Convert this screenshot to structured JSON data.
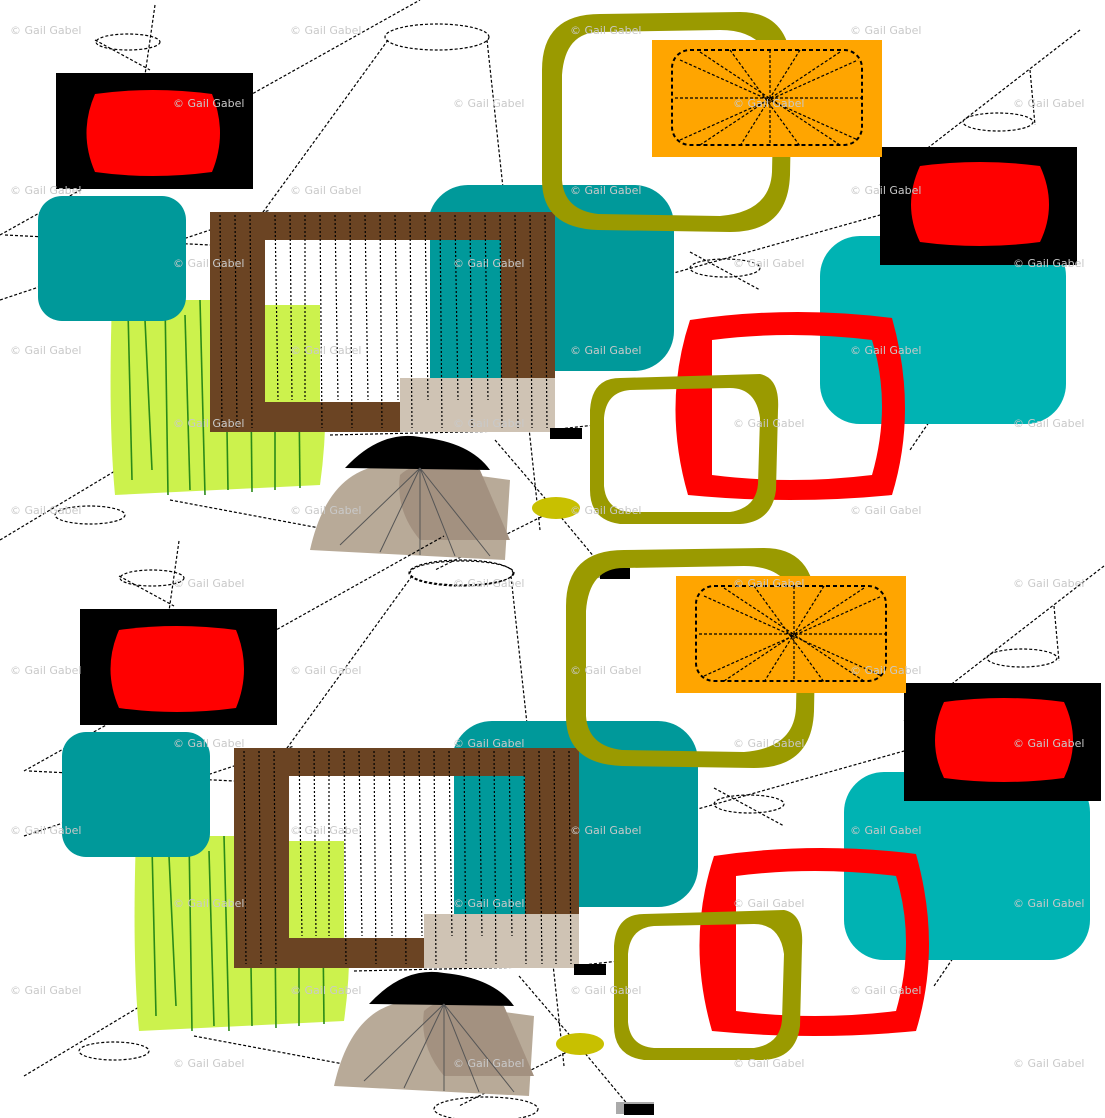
{
  "watermark": {
    "text": "© Gail Gabel",
    "color": "#c9c9c9"
  },
  "palette": {
    "black": "#000000",
    "red": "#ff0000",
    "teal": "#00999a",
    "teal_light": "#00b3b3",
    "lime": "#ccf24d",
    "lime_stripe": "#2a8a18",
    "brown": "#6b4423",
    "taupe": "#b8aa98",
    "taupe_light": "#cfc3b4",
    "olive": "#9a9a00",
    "orange": "#ffa500",
    "yellow": "#c8c000",
    "line": "#000000"
  },
  "motifs": [
    "tv-screen-motif",
    "ring-frame-motif",
    "lamp-shade-motif",
    "woven-panel-motif",
    "hanging-lamp-motif"
  ]
}
